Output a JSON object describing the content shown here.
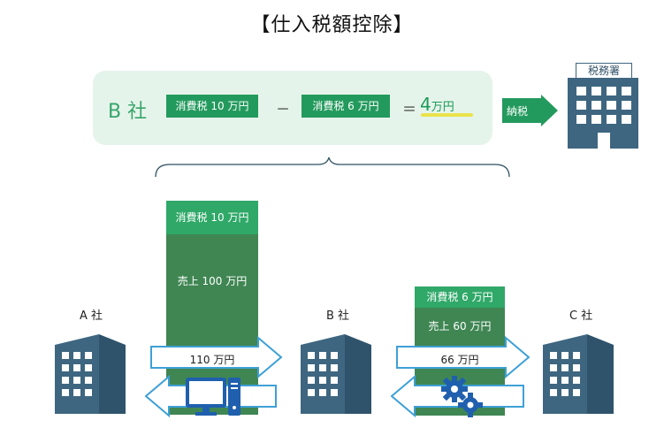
{
  "title": "【仕入税額控除】",
  "calc": {
    "company": "B 社",
    "box1": "消費税 10 万円",
    "minus": "－",
    "box2": "消費税 6 万円",
    "equals": "＝",
    "result_number": "4",
    "result_unit": "万円",
    "pay_label": "納税"
  },
  "tax_office": {
    "label": "税務署"
  },
  "companies": {
    "a": "A 社",
    "b": "B 社",
    "c": "C 社"
  },
  "stack_ab": {
    "tax": "消費税 10 万円",
    "sales": "売上 100 万円"
  },
  "stack_bc": {
    "tax": "消費税 6 万円",
    "sales": "売上 60 万円"
  },
  "flow_ab": {
    "amount": "110 万円"
  },
  "flow_bc": {
    "amount": "66 万円"
  },
  "colors": {
    "panel": "#e5f4ea",
    "green_box": "#239a5d",
    "stack_tax": "#2fa868",
    "stack_sales": "#3f8653",
    "building": "#3e6680",
    "arrow_blue": "#3ea0d6",
    "highlight": "#e8e34a"
  },
  "icons": [
    "building-icon",
    "tax-office-icon",
    "computer-icon",
    "gears-icon",
    "brace-icon",
    "right-arrow-icon"
  ]
}
